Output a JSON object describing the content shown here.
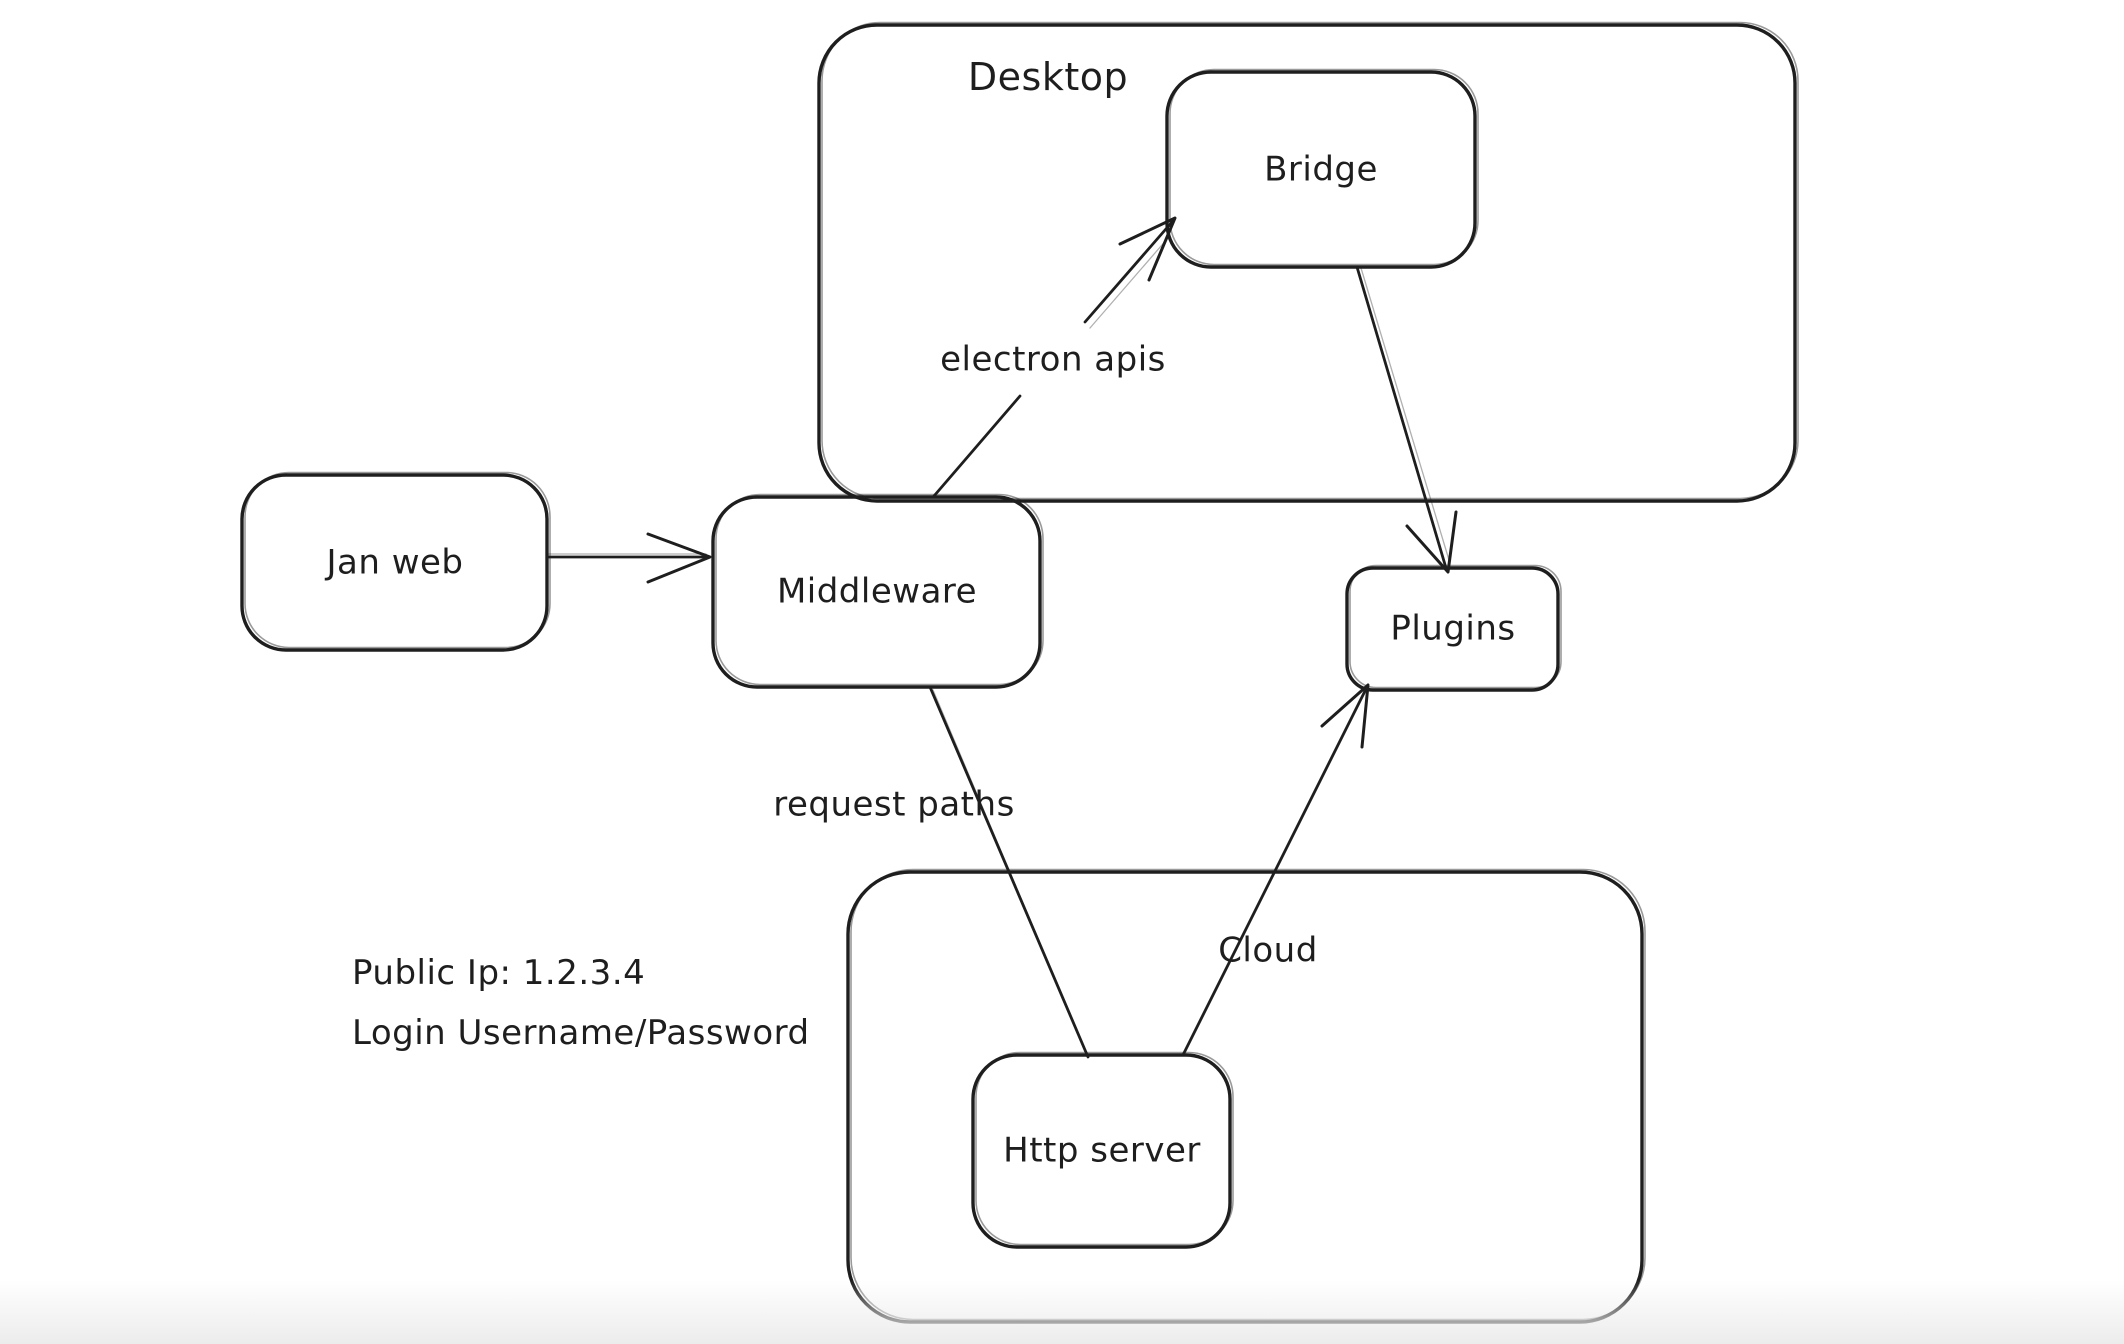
{
  "canvas": {
    "background": "#ffffff",
    "stroke_color": "#1e1e1e",
    "footer_fade_color": "#ececec"
  },
  "containers": {
    "desktop": {
      "label": "Desktop"
    },
    "cloud": {
      "label": "Cloud"
    }
  },
  "nodes": {
    "jan_web": {
      "label": "Jan web"
    },
    "middleware": {
      "label": "Middleware"
    },
    "bridge": {
      "label": "Bridge"
    },
    "plugins": {
      "label": "Plugins"
    },
    "http_server": {
      "label": "Http server"
    }
  },
  "edges": [
    {
      "from": "jan_web",
      "to": "middleware",
      "label": ""
    },
    {
      "from": "middleware",
      "to": "bridge",
      "label": "electron apis"
    },
    {
      "from": "bridge",
      "to": "plugins",
      "label": ""
    },
    {
      "from": "middleware",
      "to": "http_server",
      "label": "request paths"
    },
    {
      "from": "http_server",
      "to": "plugins",
      "label": ""
    }
  ],
  "edge_labels": {
    "electron_apis": "electron apis",
    "request_paths": "request paths"
  },
  "notes": {
    "public_ip": "Public Ip: 1.2.3.4",
    "login": "Login Username/Password"
  }
}
